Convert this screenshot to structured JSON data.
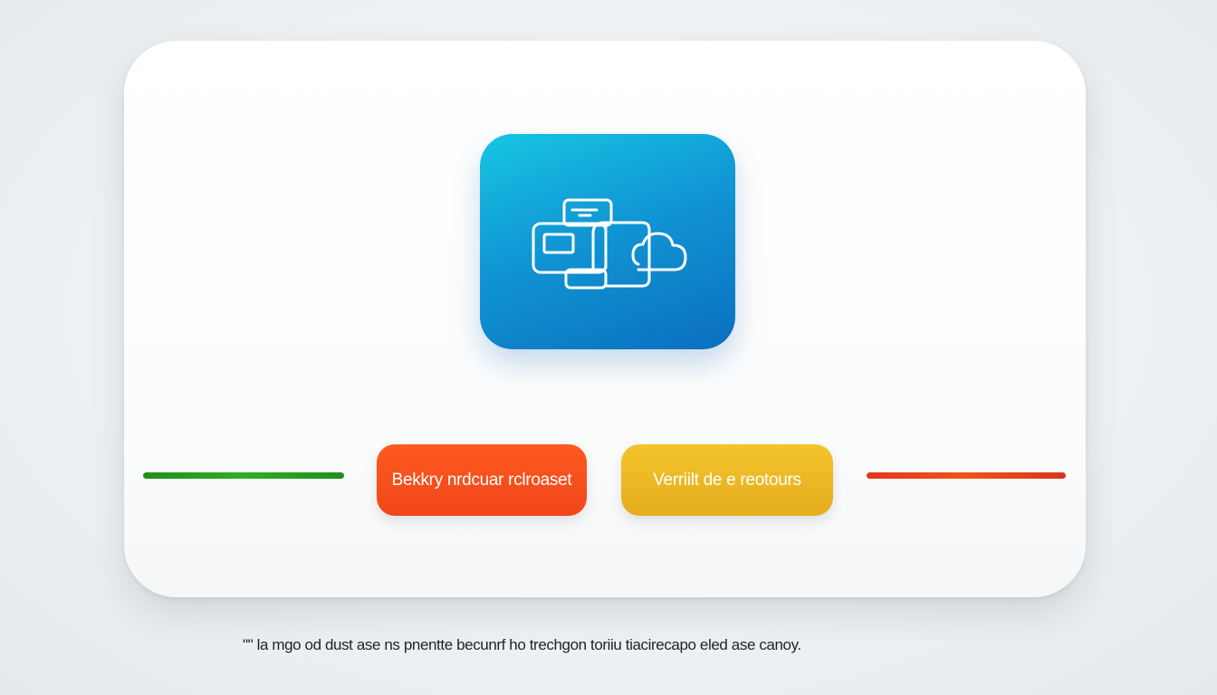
{
  "buttons": {
    "primary_label": "Bekkry nrdcuar rclroaset",
    "secondary_label": "Verriilt de e reotours"
  },
  "caption": "\"\" la mgo od dust ase ns pnentte becunrf ho trechgon toriiu tiacirecapo eled ase canoy.",
  "icon": {
    "name": "devices-cloud-icon"
  },
  "colors": {
    "tile_top": "#17c6e3",
    "tile_bottom": "#0a6fc0",
    "left_line": "#2fae24",
    "right_line": "#f0521a",
    "primary_button": "#f0451a",
    "secondary_button": "#e5ad1f"
  }
}
